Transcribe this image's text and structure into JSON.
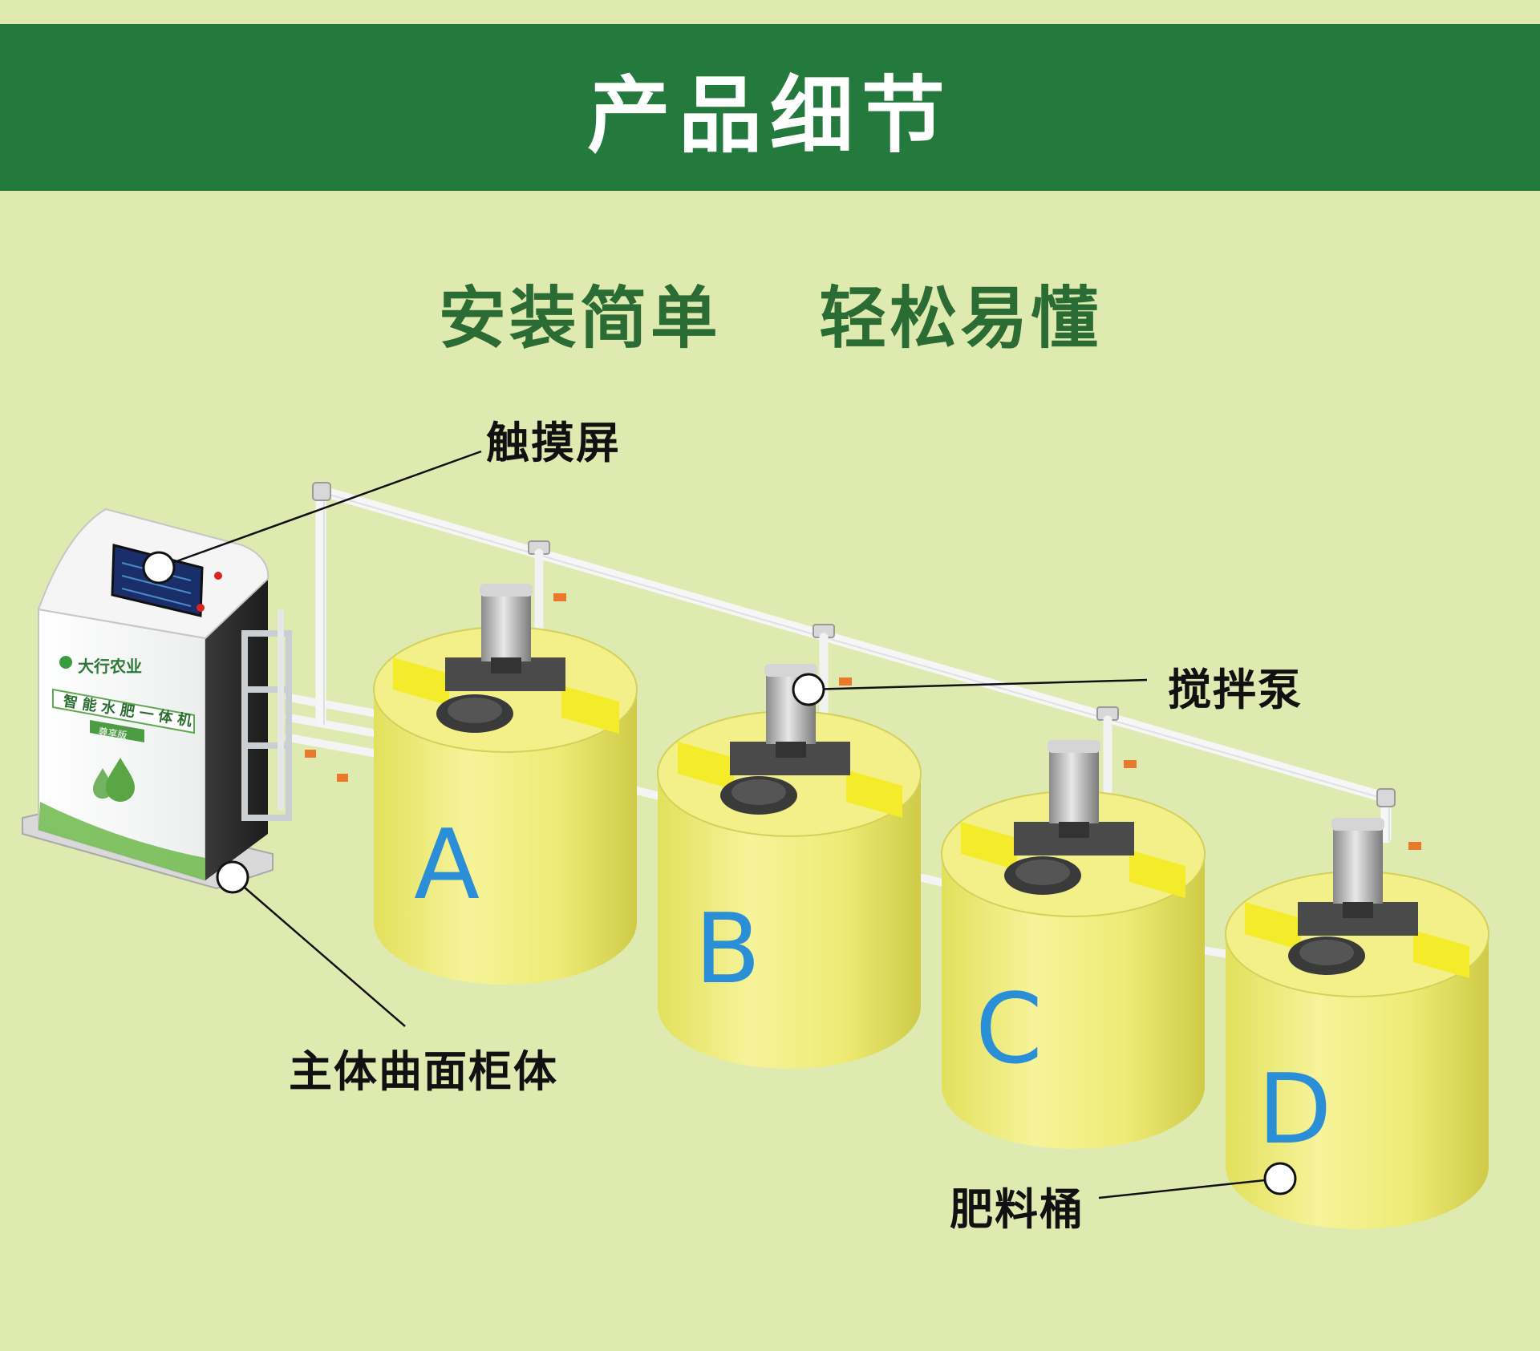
{
  "header": {
    "title": "产品细节"
  },
  "subtitle": "安装简单  轻松易懂",
  "colors": {
    "banner": "#237a3c",
    "background": "#dfeab0",
    "subtitle": "#2b6b34",
    "tank": "#f0ee7a",
    "tank_letter": "#2b8fd8"
  },
  "machine": {
    "brand": "大行农业",
    "product_name": "智能水肥一体机",
    "model_badge": "尊享版"
  },
  "tanks": [
    {
      "letter": "A"
    },
    {
      "letter": "B"
    },
    {
      "letter": "C"
    },
    {
      "letter": "D"
    }
  ],
  "callouts": {
    "touchscreen": "触摸屏",
    "mixing_pump": "搅拌泵",
    "main_cabinet": "主体曲面柜体",
    "fertilizer_tank": "肥料桶"
  }
}
